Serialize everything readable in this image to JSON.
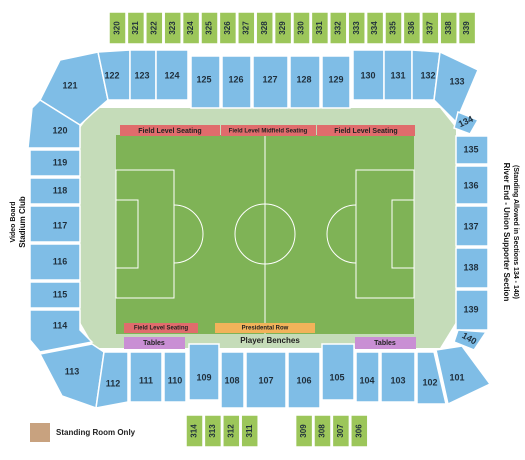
{
  "colors": {
    "lower_section": "#7fbde6",
    "upper_section": "#9cc65a",
    "concourse": "#c5dcb9",
    "field": "#7fb356",
    "field_level": "#e06c6c",
    "presidential": "#f2b35a",
    "tables": "#c98fd4",
    "standing_room": "#c8a27f"
  },
  "upper_top": [
    "320",
    "321",
    "322",
    "323",
    "324",
    "325",
    "326",
    "327",
    "328",
    "329",
    "330",
    "331",
    "332",
    "333",
    "334",
    "335",
    "336",
    "337",
    "338",
    "339"
  ],
  "upper_bottom": [
    "314",
    "313",
    "312",
    "311",
    "309",
    "308",
    "307",
    "306"
  ],
  "sections": {
    "s101": "101",
    "s102": "102",
    "s103": "103",
    "s104": "104",
    "s105": "105",
    "s106": "106",
    "s107": "107",
    "s108": "108",
    "s109": "109",
    "s110": "110",
    "s111": "111",
    "s112": "112",
    "s113": "113",
    "s114": "114",
    "s115": "115",
    "s116": "116",
    "s117": "117",
    "s118": "118",
    "s119": "119",
    "s120": "120",
    "s121": "121",
    "s122": "122",
    "s123": "123",
    "s124": "124",
    "s125": "125",
    "s126": "126",
    "s127": "127",
    "s128": "128",
    "s129": "129",
    "s130": "130",
    "s131": "131",
    "s132": "132",
    "s133": "133",
    "s134": "134",
    "s135": "135",
    "s136": "136",
    "s137": "137",
    "s138": "138",
    "s139": "139",
    "s140": "140"
  },
  "labels": {
    "field_level_seating_left": "Field Level Seating",
    "field_level_midfield": "Field Level Midfield Seating",
    "field_level_seating_right": "Field Level Seating",
    "field_level_seating_bottom": "Field Level Seating",
    "presidential_row": "Presidental Row",
    "player_benches": "Player Benches",
    "tables_left": "Tables",
    "tables_right": "Tables",
    "video_board": "Video Board",
    "stadium_club": "Stadium Club",
    "river_end": "River End - Union Supporter Section",
    "standing_note": "(Standing Allowed in Sections 134 - 140)"
  },
  "legend": {
    "label": "Standing Room Only"
  }
}
